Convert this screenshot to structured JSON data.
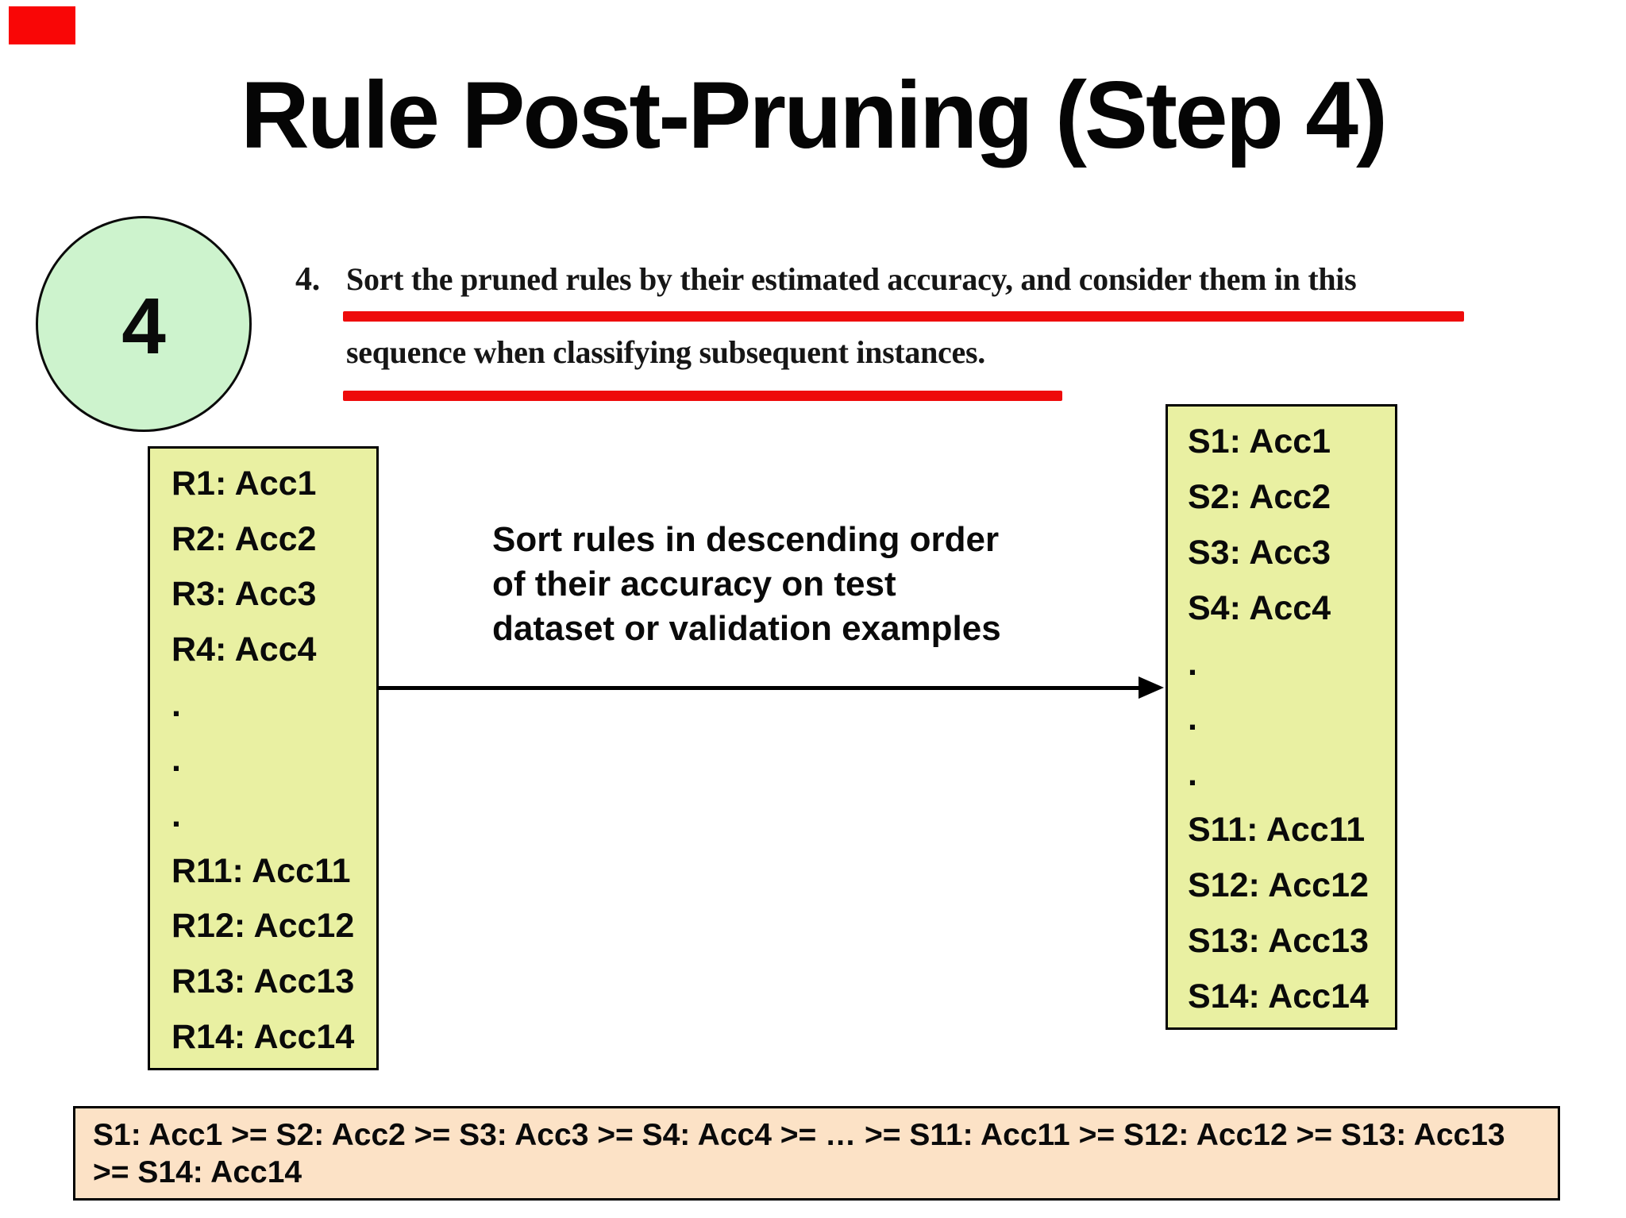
{
  "title": "Rule Post-Pruning (Step 4)",
  "step_badge": "4",
  "quote": {
    "number": "4.",
    "line1": "Sort the pruned rules by their estimated accuracy, and consider them in this",
    "line2": "sequence when classifying subsequent instances."
  },
  "unsorted_rules": [
    "R1: Acc1",
    "R2: Acc2",
    "R3: Acc3",
    "R4: Acc4",
    ".",
    ".",
    ".",
    "R11: Acc11",
    "R12: Acc12",
    "R13: Acc13",
    "R14: Acc14"
  ],
  "sorted_rules": [
    "S1: Acc1",
    "S2: Acc2",
    "S3: Acc3",
    "S4: Acc4",
    ".",
    ".",
    ".",
    "S11: Acc11",
    "S12: Acc12",
    "S13: Acc13",
    "S14: Acc14"
  ],
  "sort_note": {
    "line1": "Sort rules in descending order",
    "line2": "of their accuracy on test",
    "line3": "dataset or validation examples"
  },
  "ordering_summary": "S1: Acc1 >= S2: Acc2 >= S3: Acc3 >= S4: Acc4 >= … >= S11: Acc11 >= S12: Acc12 >= S13: Acc13 >= S14: Acc14",
  "colors": {
    "rule_box_fill": "#E9F0A2",
    "badge_fill": "#CDF3CD",
    "summary_fill": "#FCE2C6",
    "underline_red": "#EE0B0B",
    "marker_red": "#F90606",
    "border_black": "#000000"
  }
}
